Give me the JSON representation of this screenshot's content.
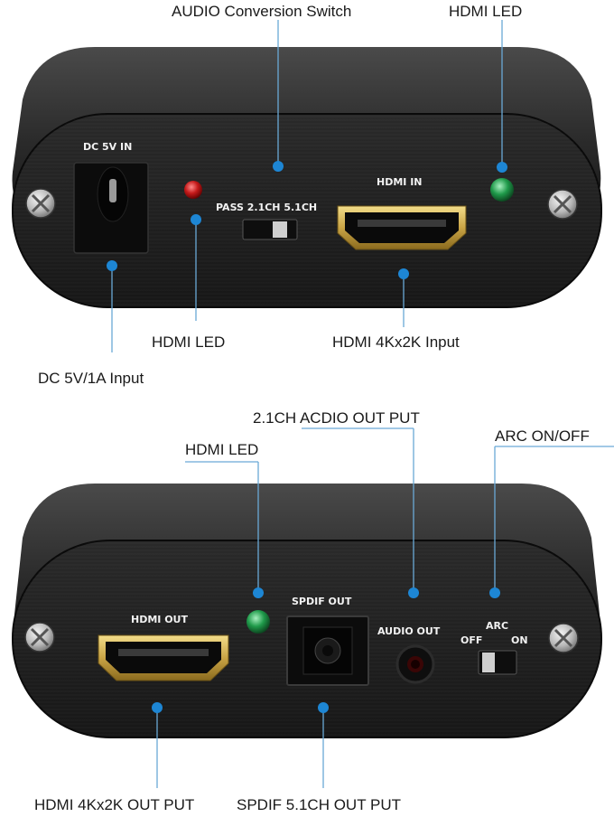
{
  "top_panel": {
    "callouts": {
      "audio_switch": "AUDIO Conversion Switch",
      "hdmi_led_right": "HDMI  LED",
      "hdmi_led_left": "HDMI LED",
      "hdmi_input": "HDMI 4Kx2K Input",
      "dc_input": "DC 5V/1A Input"
    },
    "labels": {
      "dc_in": "DC 5V IN",
      "switch_positions": "PASS 2.1CH 5.1CH",
      "hdmi_in": "HDMI IN"
    },
    "led_colors": {
      "red": "#c41a1a",
      "green": "#1f9a4a"
    }
  },
  "bottom_panel": {
    "callouts": {
      "audio_out_2ch": "2.1CH ACDIO OUT PUT",
      "hdmi_led": "HDMI LED",
      "arc_switch": "ARC ON/OFF",
      "hdmi_out": "HDMI 4Kx2K OUT PUT",
      "spdif_out": "SPDIF 5.1CH OUT PUT"
    },
    "labels": {
      "hdmi_out": "HDMI OUT",
      "spdif_out": "SPDIF OUT",
      "audio_out": "AUDIO OUT",
      "arc": "ARC",
      "off": "OFF",
      "on": "ON"
    },
    "led_colors": {
      "green": "#1f9a4a"
    }
  },
  "colors": {
    "accent_dot": "#1d86d4",
    "leader_line": "#6aa9d6",
    "device_body": "#1c1c1c"
  }
}
